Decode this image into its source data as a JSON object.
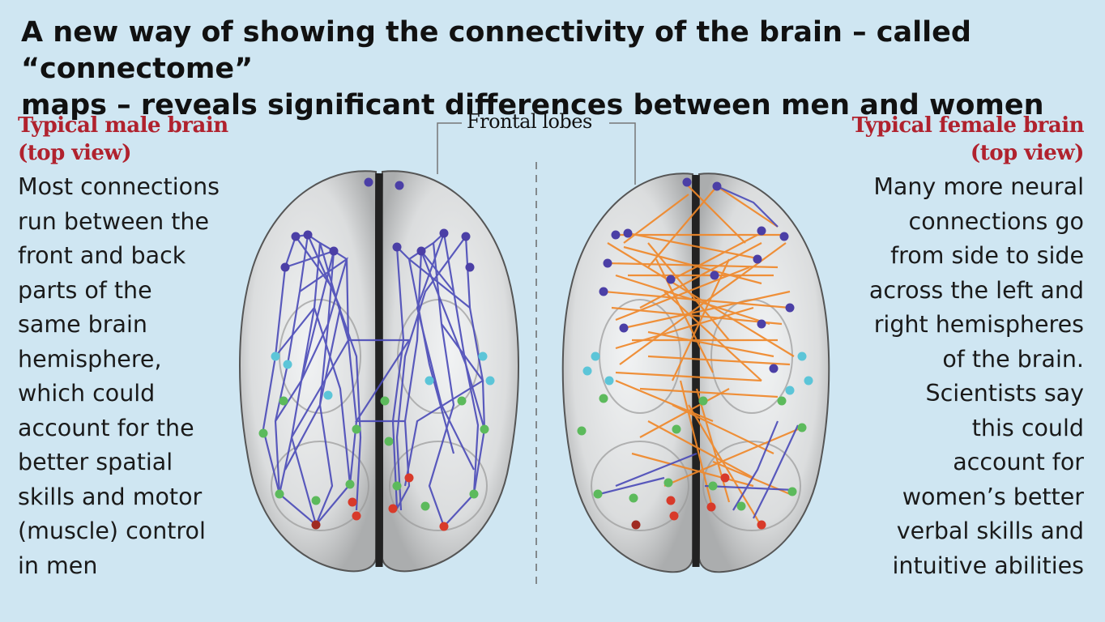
{
  "header": {
    "title_lines": [
      "A new way of showing the connectivity of the brain – called “connectome”",
      "maps – reveals significant differences between men and women"
    ]
  },
  "male": {
    "heading_lines": [
      "Typical male brain",
      "(top view)"
    ],
    "description_lines": [
      "Most connections",
      "run between the",
      "front and back",
      "parts of the",
      "same brain",
      "hemisphere,",
      "which could",
      "account for the",
      "better spatial",
      "skills and motor",
      "(muscle) control",
      "in men"
    ]
  },
  "female": {
    "heading_lines": [
      "Typical female brain",
      "(top view)"
    ],
    "description_lines": [
      "Many more neural",
      "connections go",
      "from side to side",
      "across the left and",
      "right hemispheres",
      "of the brain.",
      "Scientists say",
      "this could",
      "account for",
      "women’s better",
      "verbal skills and",
      "intuitive abilities"
    ]
  },
  "callout": {
    "label": "Frontal lobes"
  },
  "colors": {
    "background": "#cfe6f2",
    "heading_red": "#b0222e",
    "male_connection": "#4a4ab8",
    "female_connection": "#f0882a",
    "node_purple": "#4b3fa6",
    "node_cyan": "#5cc5d8",
    "node_green": "#5cba5c",
    "node_red": "#d83a2a"
  }
}
